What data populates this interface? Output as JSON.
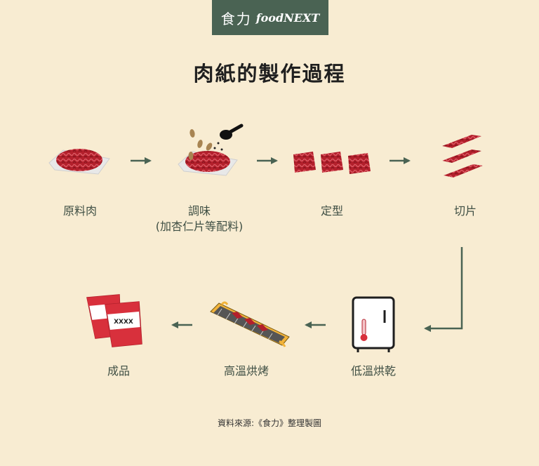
{
  "brand": {
    "name_cn": "食力",
    "name_en": "foodNEXT"
  },
  "title": "肉紙的製作過程",
  "steps": [
    {
      "label": "原料肉",
      "sub": ""
    },
    {
      "label": "調味",
      "sub": "(加杏仁片等配料)"
    },
    {
      "label": "定型",
      "sub": ""
    },
    {
      "label": "切片",
      "sub": ""
    },
    {
      "label": "低溫烘乾",
      "sub": ""
    },
    {
      "label": "高溫烘烤",
      "sub": ""
    },
    {
      "label": "成品",
      "sub": ""
    }
  ],
  "package_text": "XXXX",
  "colors": {
    "brand_bg": "#4a6353",
    "background": "#f8ecd2",
    "meat": "#b3202c",
    "arrow": "#4a6353"
  },
  "source": "資料來源:《食力》整理製圖"
}
